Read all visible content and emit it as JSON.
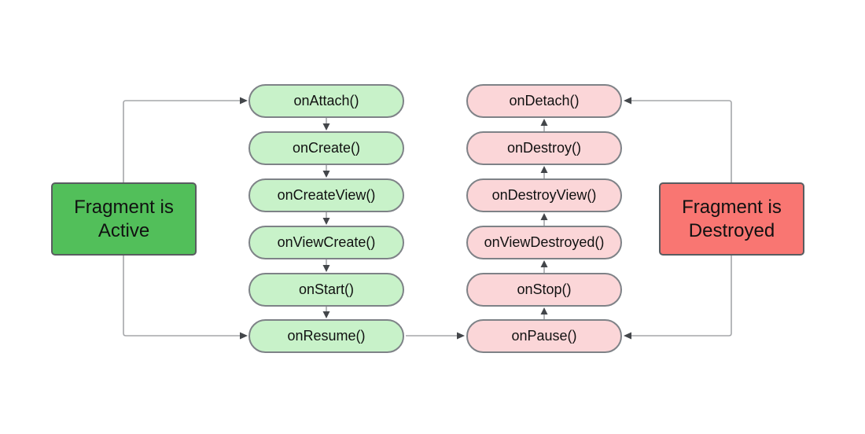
{
  "colors": {
    "background": "#ffffff",
    "text": "#111111",
    "active_box_fill": "#52bf5a",
    "destroyed_box_fill": "#f97672",
    "box_border": "#595c60",
    "active_pill_fill": "#c8f2c9",
    "destroyed_pill_fill": "#fbd6d8",
    "pill_border": "#7e8287",
    "line": "#a5a7aa",
    "arrow": "#43464a"
  },
  "active_box": {
    "line1": "Fragment is",
    "line2": "Active"
  },
  "destroyed_box": {
    "line1": "Fragment is",
    "line2": "Destroyed"
  },
  "active_column": {
    "items": [
      "onAttach()",
      "onCreate()",
      "onCreateView()",
      "onViewCreate()",
      "onStart()",
      "onResume()"
    ]
  },
  "destroyed_column": {
    "items": [
      "onDetach()",
      "onDestroy()",
      "onDestroyView()",
      "onViewDestroyed()",
      "onStop()",
      "onPause()"
    ]
  }
}
